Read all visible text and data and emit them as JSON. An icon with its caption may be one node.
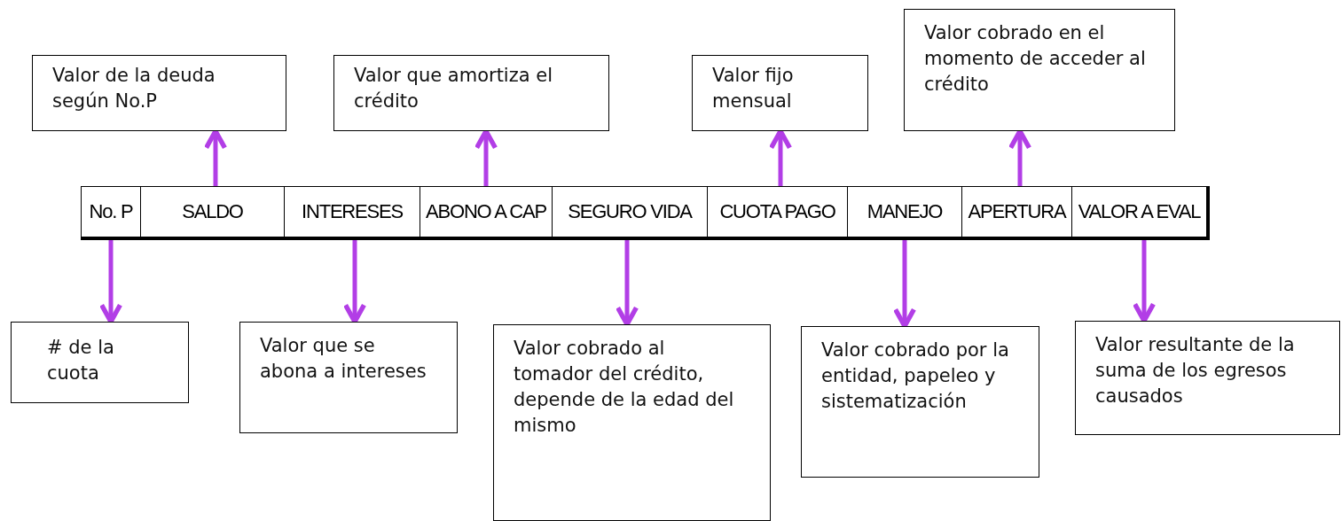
{
  "diagram": {
    "nodes": [
      {
        "text": [
          "Valor de la deuda según No.P"
        ]
      },
      {
        "text": [
          "Valor que amortiza el crédito"
        ]
      },
      {
        "text": [
          "Valor fijo mensual"
        ]
      },
      {
        "text": [
          "Valor cobrado en el momento de acceder al crédito"
        ]
      },
      {
        "text": [
          "No. P"
        ]
      },
      {
        "text": [
          "SALDO"
        ]
      },
      {
        "text": [
          "INTERESES"
        ]
      },
      {
        "text": [
          "ABONO A CAP"
        ]
      },
      {
        "text": [
          "SEGURO VIDA"
        ]
      },
      {
        "text": [
          "CUOTA PAGO"
        ]
      },
      {
        "text": [
          "MANEJO"
        ]
      },
      {
        "text": [
          "APERTURA"
        ]
      },
      {
        "text": [
          "VALOR A EVAL"
        ]
      },
      {
        "text": [
          "# de la cuota"
        ]
      },
      {
        "text": [
          "Valor que se abona a intereses"
        ]
      },
      {
        "text": [
          "Valor cobrado al tomador del crédito, depende de la edad del mismo"
        ]
      },
      {
        "text": [
          "Valor cobrado por la entidad, papeleo y sistematización"
        ]
      },
      {
        "text": [
          "Valor resultante de la suma de los egresos causados"
        ]
      }
    ],
    "edges": [
      {
        "from": 5,
        "to": 0,
        "arrow": "to"
      },
      {
        "from": 7,
        "to": 1,
        "arrow": "to"
      },
      {
        "from": 9,
        "to": 2,
        "arrow": "to"
      },
      {
        "from": 11,
        "to": 3,
        "arrow": "to"
      },
      {
        "from": 4,
        "to": 13,
        "arrow": "to"
      },
      {
        "from": 6,
        "to": 14,
        "arrow": "to"
      },
      {
        "from": 8,
        "to": 15,
        "arrow": "to"
      },
      {
        "from": 10,
        "to": 16,
        "arrow": "to"
      },
      {
        "from": 12,
        "to": 17,
        "arrow": "to"
      }
    ]
  }
}
